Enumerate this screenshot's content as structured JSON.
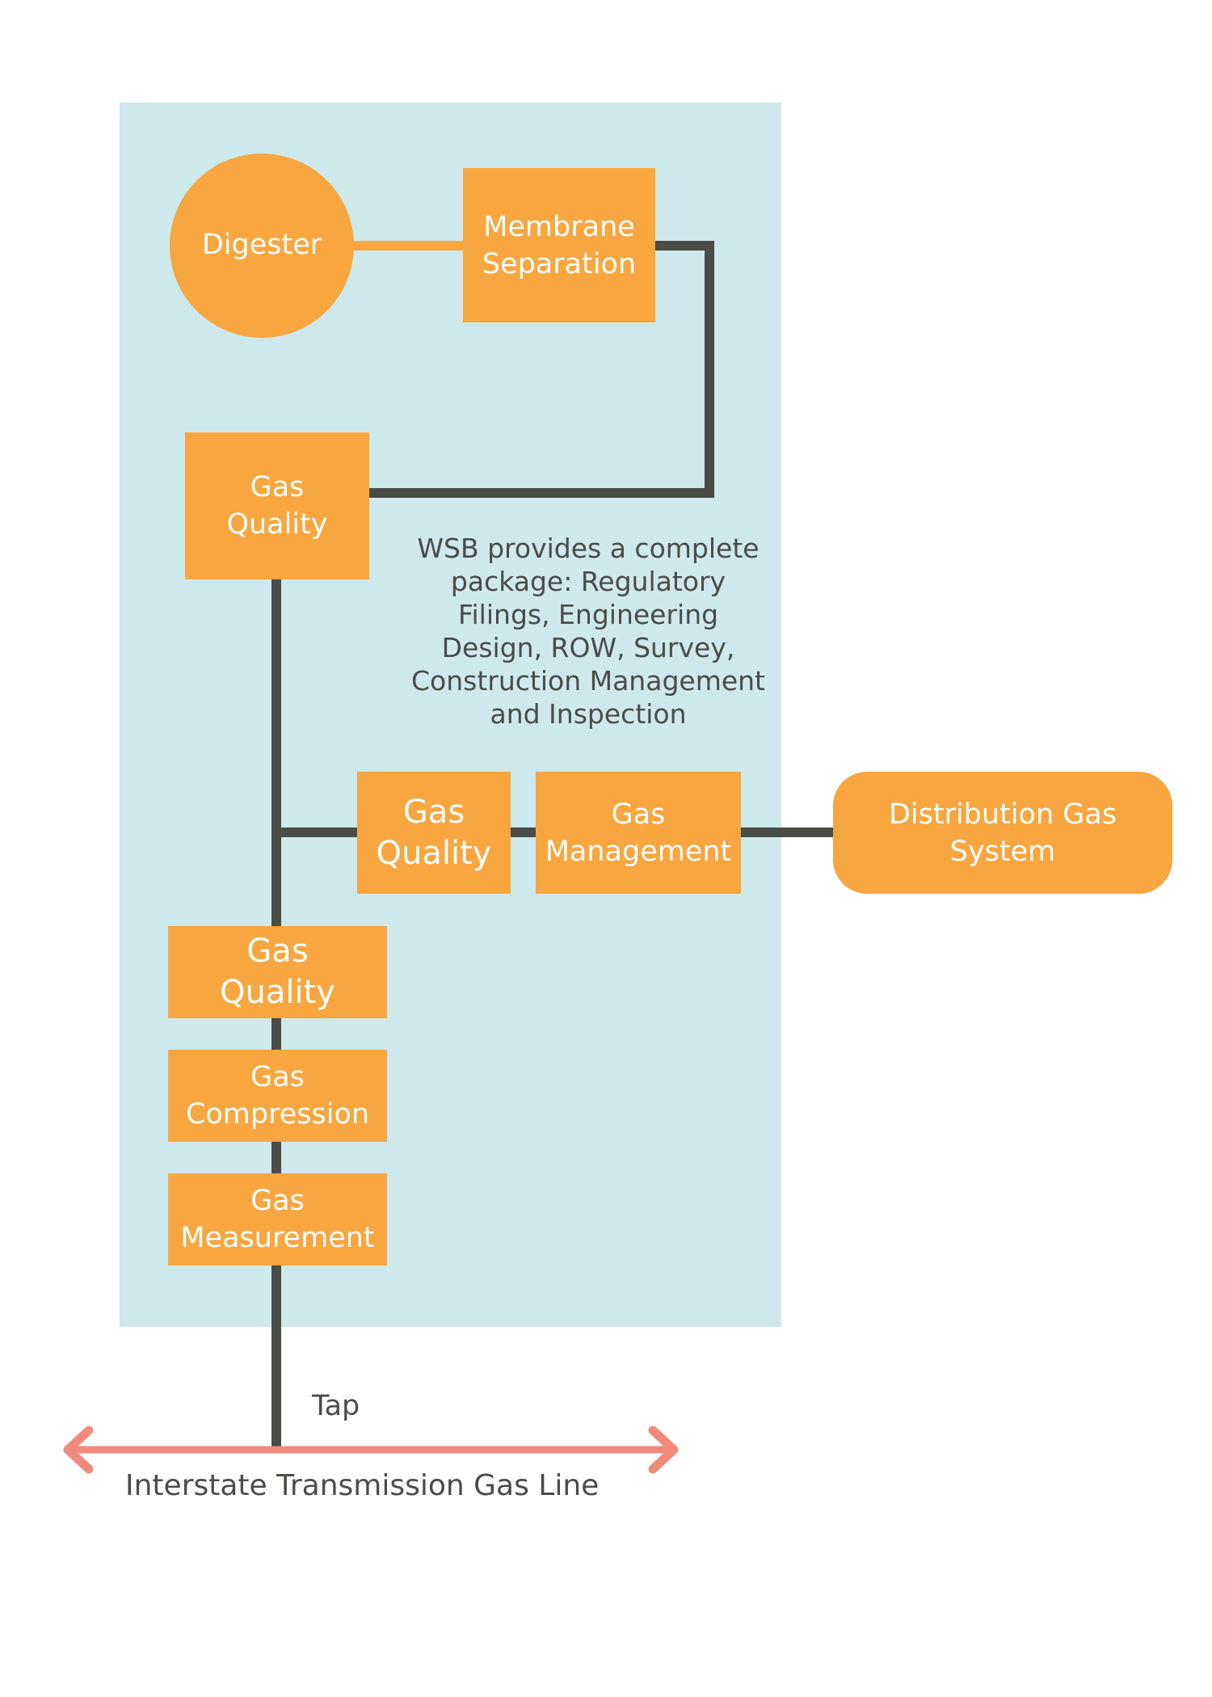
{
  "colors": {
    "panel": "#cde9ec",
    "node": "#f7a640",
    "connector": "#4a4c46",
    "digester_link": "#f7a640",
    "transmission_line": "#f08a7c",
    "text_dark": "#4a4c46",
    "text_light": "#ffffff"
  },
  "nodes": {
    "digester": {
      "line1": "Digester"
    },
    "membrane_separation": {
      "line1": "Membrane",
      "line2": "Separation"
    },
    "gas_quality_top": {
      "line1": "Gas",
      "line2": "Quality"
    },
    "gas_quality_mid": {
      "line1": "Gas",
      "line2": "Quality"
    },
    "gas_management": {
      "line1": "Gas",
      "line2": "Management"
    },
    "distribution_gas_system": {
      "line1": "Distribution Gas",
      "line2": "System"
    },
    "gas_quality_low": {
      "line1": "Gas",
      "line2": "Quality"
    },
    "gas_compression": {
      "line1": "Gas",
      "line2": "Compression"
    },
    "gas_measurement": {
      "line1": "Gas",
      "line2": "Measurement"
    }
  },
  "note": {
    "lines": [
      "WSB provides a complete",
      "package: Regulatory",
      "Filings, Engineering",
      "Design, ROW, Survey,",
      "Construction Management",
      "and Inspection"
    ]
  },
  "labels": {
    "tap": "Tap",
    "transmission_line": "Interstate Transmission Gas Line"
  }
}
